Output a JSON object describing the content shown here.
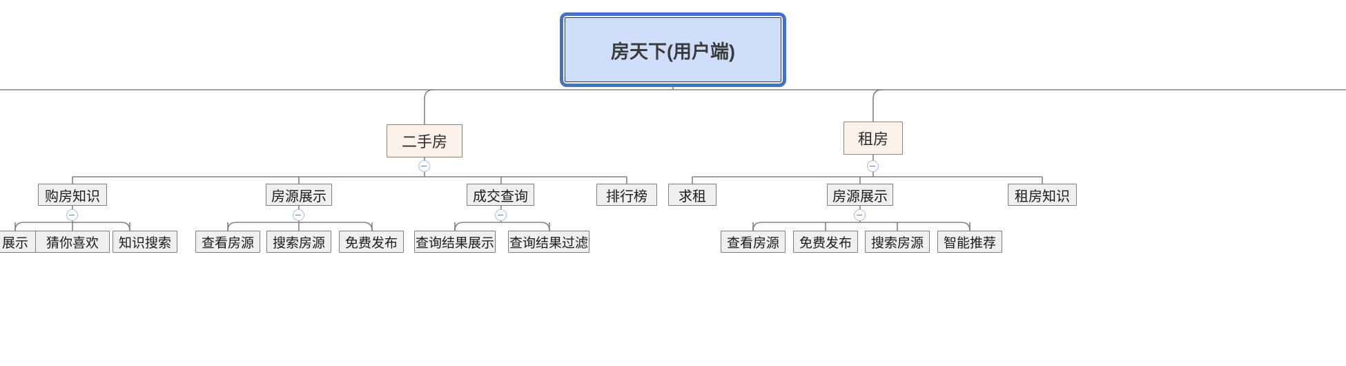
{
  "diagram": {
    "type": "mind-map-tree",
    "title": "房天下(用户端)",
    "orientation": "top-down",
    "colors": {
      "root_fill": "#cfdefa",
      "root_border": "#2b3a55",
      "selection_ring": "#4573c4",
      "level2_fill": "#fcf1e8",
      "level2_border": "#8a8178",
      "leaf_fill": "#efefef",
      "leaf_border": "#7d7d7d",
      "edge": "#808080",
      "toggle_border": "#a9bce0",
      "toggle_glyph": "#5b7fc0"
    },
    "root": {
      "label": "房天下(用户端)",
      "selected": true
    },
    "branches": [
      {
        "label": "二手房",
        "collapsible": true,
        "children": [
          {
            "label": "购房知识",
            "collapsible": true,
            "children": [
              {
                "label": "展示"
              },
              {
                "label": "猜你喜欢"
              },
              {
                "label": "知识搜索"
              }
            ]
          },
          {
            "label": "房源展示",
            "collapsible": true,
            "children": [
              {
                "label": "查看房源"
              },
              {
                "label": "搜索房源"
              },
              {
                "label": "免费发布"
              }
            ]
          },
          {
            "label": "成交查询",
            "collapsible": true,
            "children": [
              {
                "label": "查询结果展示"
              },
              {
                "label": "查询结果过滤"
              }
            ]
          },
          {
            "label": "排行榜",
            "collapsible": false,
            "children": []
          }
        ]
      },
      {
        "label": "租房",
        "collapsible": true,
        "children": [
          {
            "label": "求租",
            "collapsible": false,
            "children": []
          },
          {
            "label": "房源展示",
            "collapsible": true,
            "children": [
              {
                "label": "查看房源"
              },
              {
                "label": "免费发布"
              },
              {
                "label": "搜索房源"
              },
              {
                "label": "智能推荐"
              }
            ]
          },
          {
            "label": "租房知识",
            "collapsible": false,
            "children": []
          }
        ]
      }
    ],
    "toggles": {
      "minus_glyph": "collapse-minus-icon"
    }
  }
}
